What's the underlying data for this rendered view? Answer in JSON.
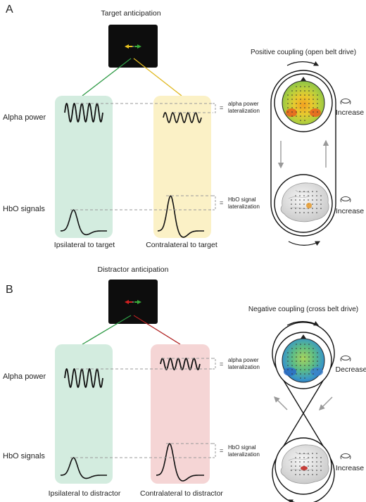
{
  "panels": [
    {
      "letter": "A",
      "anticipation_title": "Target anticipation",
      "coupling_title": "Positive coupling (open belt drive)",
      "row_alpha": "Alpha power",
      "row_hbo": "HbO signals",
      "left_caption": "Ipsilateral to target",
      "right_caption": "Contralateral to target",
      "alpha_annotation": [
        "alpha power",
        "lateralization"
      ],
      "hbo_annotation": [
        "HbO signal",
        "lateralization"
      ],
      "equals": "=",
      "alpha_effect": "Increase",
      "hbo_effect": "Increase",
      "left_box_color": "#d3ecdf",
      "right_box_color": "#fbf1c6",
      "left_line_color": "#2e9a45",
      "right_line_color": "#e0b820",
      "cue_left_color": "#e8c21e",
      "cue_right_color": "#3aaa3a"
    },
    {
      "letter": "B",
      "anticipation_title": "Distractor anticipation",
      "coupling_title": "Negative coupling (cross belt drive)",
      "row_alpha": "Alpha power",
      "row_hbo": "HbO signals",
      "left_caption": "Ipsilateral to distractor",
      "right_caption": "Contralateral to distractor",
      "alpha_annotation": [
        "alpha power",
        "lateralization"
      ],
      "hbo_annotation": [
        "HbO signal",
        "lateralization"
      ],
      "equals": "=",
      "alpha_effect": "Decrease",
      "hbo_effect": "Increase",
      "left_box_color": "#d3ecdf",
      "right_box_color": "#f5d5d5",
      "left_line_color": "#2e9a45",
      "right_line_color": "#b02020",
      "cue_left_color": "#d02020",
      "cue_right_color": "#3aaa3a"
    }
  ]
}
